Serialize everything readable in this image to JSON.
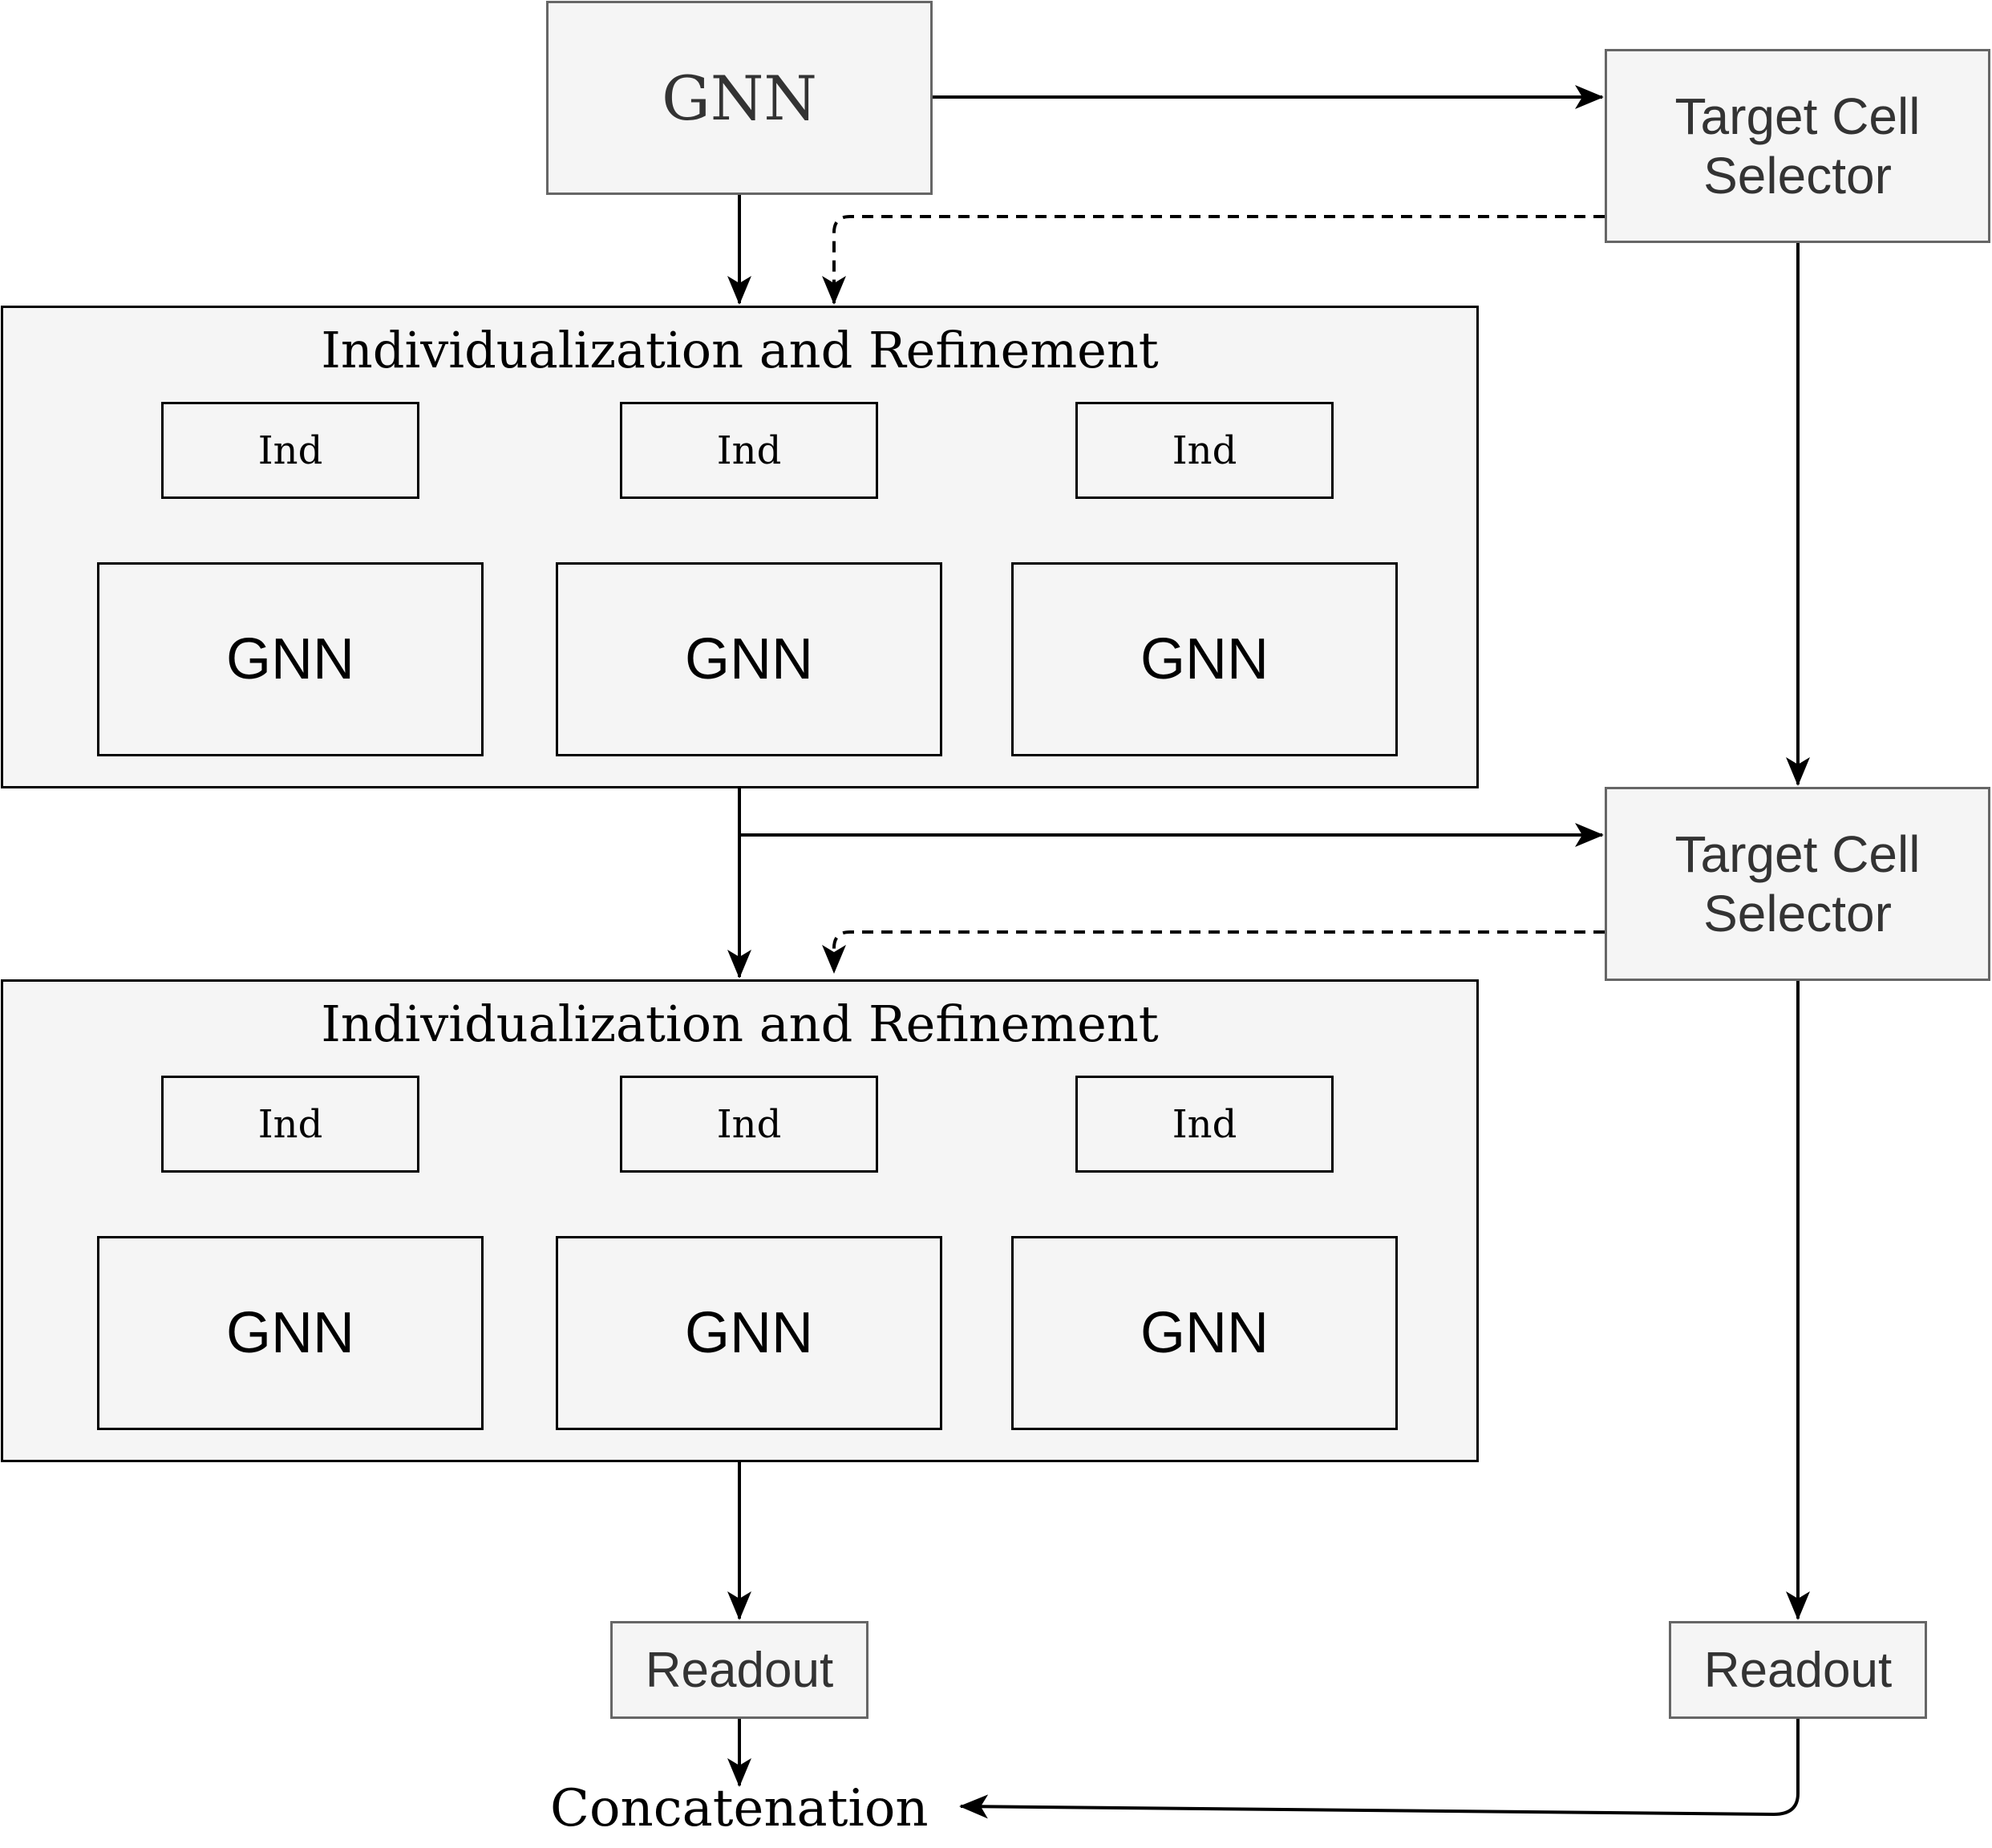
{
  "top_gnn": "GNN",
  "target_cell_selector_1": "Target Cell Selector",
  "target_cell_selector_2": "Target Cell Selector",
  "panel_1": {
    "title": "Individualization and Refinement",
    "ind_labels": [
      "Ind",
      "Ind",
      "Ind"
    ],
    "gnn_labels": [
      "GNN",
      "GNN",
      "GNN"
    ]
  },
  "panel_2": {
    "title": "Individualization and Refinement",
    "ind_labels": [
      "Ind",
      "Ind",
      "Ind"
    ],
    "gnn_labels": [
      "GNN",
      "GNN",
      "GNN"
    ]
  },
  "readout_left": "Readout",
  "readout_right": "Readout",
  "concatenation": "Concatenation"
}
